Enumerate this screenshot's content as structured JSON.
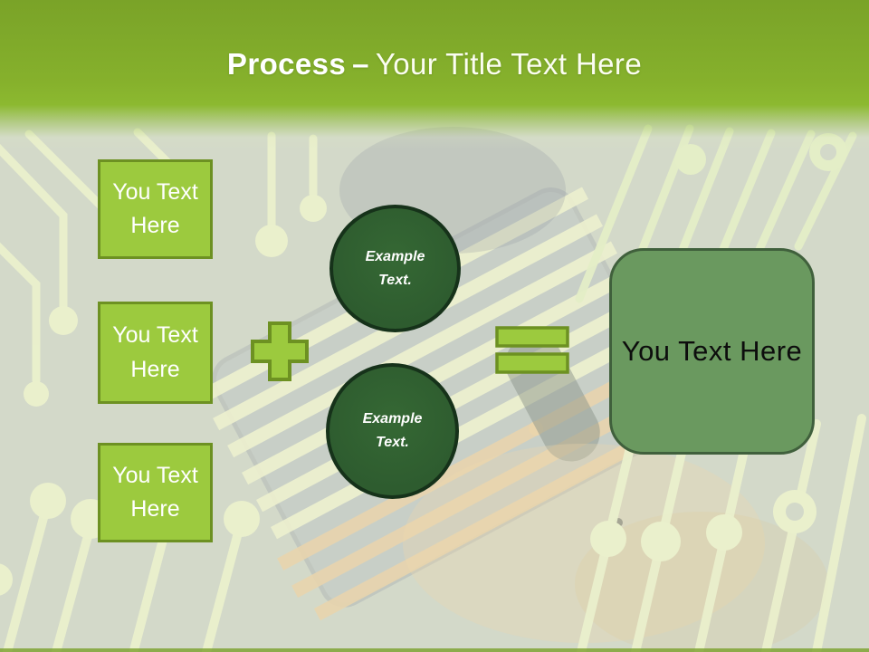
{
  "header": {
    "title_bold": "Process",
    "title_separator": "–",
    "title_rest": "Your Title Text Here"
  },
  "diagram": {
    "input_boxes": [
      {
        "label": "You Text Here"
      },
      {
        "label": "You Text Here"
      },
      {
        "label": "You Text Here"
      }
    ],
    "operators": {
      "plus_icon": "plus",
      "equals_icon": "equals"
    },
    "example_circles": [
      {
        "label": "Example Text."
      },
      {
        "label": "Example Text."
      }
    ],
    "result_box": {
      "label": "You Text Here"
    }
  },
  "colors": {
    "header-green-top": "#7aa328",
    "header-green-bottom": "#8cb930",
    "title-text": "#ffffff",
    "box-fill": "#9cca3e",
    "box-border": "#6d9122",
    "circle-fill": "#2e5c2f",
    "circle-border": "#16321a",
    "result-fill": "#6a995f",
    "result-border": "#40603c",
    "bg-base": "#c5cbbb",
    "trace": "#e9efc0"
  }
}
